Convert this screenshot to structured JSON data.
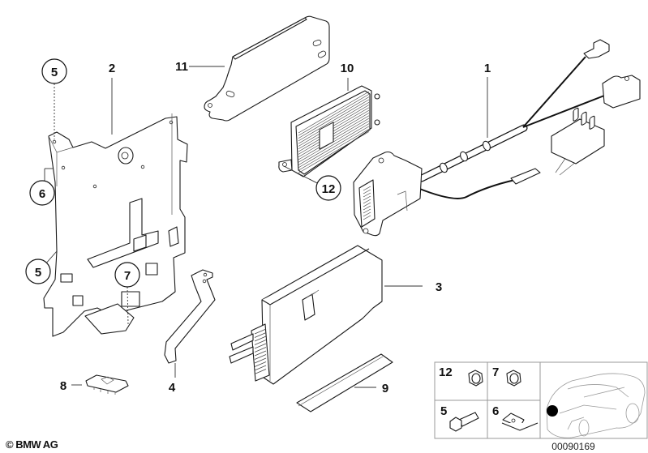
{
  "diagram": {
    "title": "Parts diagram",
    "callouts": [
      {
        "id": "1",
        "label": "1",
        "part": "wiring-harness",
        "circled": false
      },
      {
        "id": "2",
        "label": "2",
        "part": "mounting-bracket",
        "circled": false
      },
      {
        "id": "3",
        "label": "3",
        "part": "control-unit",
        "circled": false
      },
      {
        "id": "4",
        "label": "4",
        "part": "support-strut",
        "circled": false
      },
      {
        "id": "5a",
        "label": "5",
        "part": "screw",
        "circled": true
      },
      {
        "id": "5b",
        "label": "5",
        "part": "screw",
        "circled": true
      },
      {
        "id": "6",
        "label": "6",
        "part": "clip-nut",
        "circled": true
      },
      {
        "id": "7",
        "label": "7",
        "part": "hex-nut",
        "circled": true
      },
      {
        "id": "8",
        "label": "8",
        "part": "clip",
        "circled": false
      },
      {
        "id": "9",
        "label": "9",
        "part": "adhesive-pad",
        "circled": false
      },
      {
        "id": "10",
        "label": "10",
        "part": "module-heatsink",
        "circled": false
      },
      {
        "id": "11",
        "label": "11",
        "part": "holder-plate",
        "circled": false
      },
      {
        "id": "12",
        "label": "12",
        "part": "hex-nut",
        "circled": true
      }
    ],
    "hardware_panel": {
      "cells": [
        {
          "label": "12",
          "icon": "hex-nut-icon"
        },
        {
          "label": "7",
          "icon": "hex-nut-icon"
        },
        {
          "label": "5",
          "icon": "bolt-icon"
        },
        {
          "label": "6",
          "icon": "clip-nut-icon"
        }
      ],
      "location_icon": "car-location-icon",
      "marker_color": "#000000"
    },
    "diagram_number": "00090169",
    "copyright": "© BMW AG"
  }
}
